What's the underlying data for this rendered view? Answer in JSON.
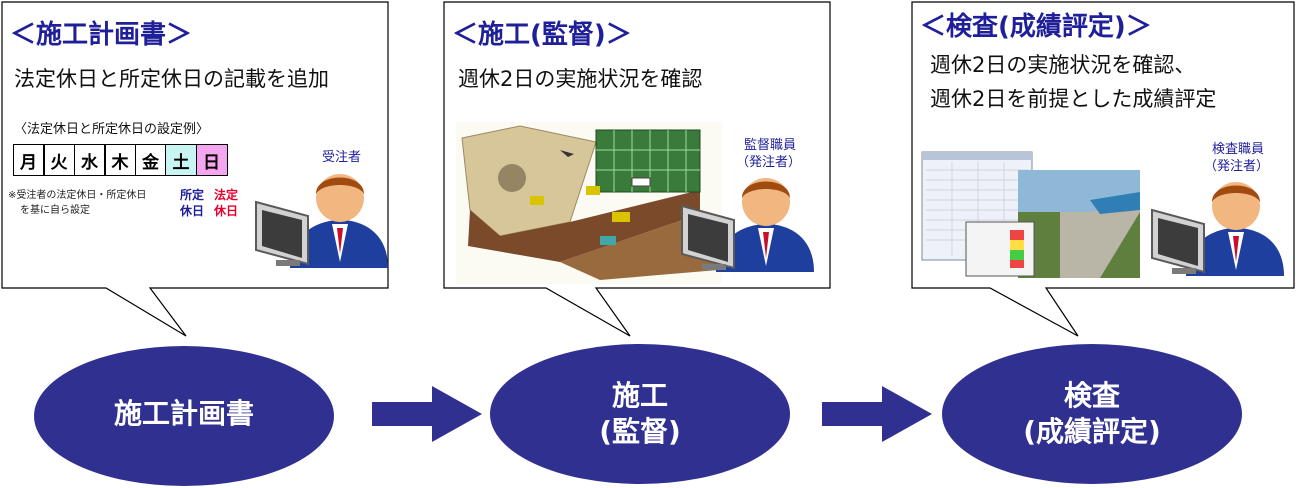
{
  "boxes": [
    {
      "title": "＜施工計画書＞",
      "desc_lines": [
        "法定休日と所定休日の記載を追加"
      ]
    },
    {
      "title": "＜施工(監督)＞",
      "desc_lines": [
        "週休2日の実施状況を確認"
      ]
    },
    {
      "title": "＜検査(成績評定)＞",
      "desc_lines": [
        "週休2日の実施状況を確認、",
        "週休2日を前提とした成績評定"
      ]
    }
  ],
  "example": {
    "caption": "〈法定休日と所定休日の設定例〉",
    "days": [
      "月",
      "火",
      "水",
      "木",
      "金",
      "土",
      "日"
    ],
    "note_lines": [
      "※受注者の法定休日・所定休日",
      "を基に自ら設定"
    ],
    "scheduled_label": [
      "所定",
      "休日"
    ],
    "legal_label": [
      "法定",
      "休日"
    ],
    "scheduled_color": "#1f1f9a",
    "legal_color": "#e8002a"
  },
  "roles": {
    "contractor": "受注者",
    "supervisor": [
      "監督職員",
      "（発注者）"
    ],
    "inspector": [
      "検査職員",
      "（発注者）"
    ]
  },
  "flow": [
    {
      "lines": [
        "施工計画書"
      ]
    },
    {
      "lines": [
        "施工",
        "(監督)"
      ]
    },
    {
      "lines": [
        "検査",
        "(成績評定)"
      ]
    }
  ],
  "colors": {
    "oval": "#303091",
    "arrow": "#303091",
    "title": "#1f1f9a"
  }
}
